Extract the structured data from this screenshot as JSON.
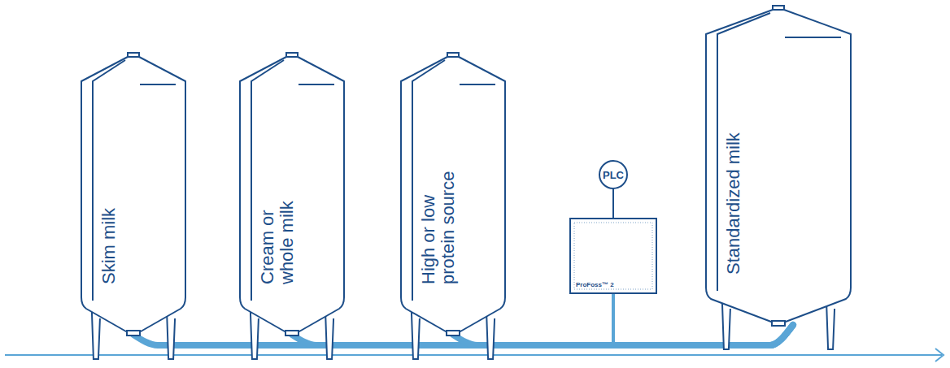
{
  "diagram": {
    "nodes": [
      {
        "text": [
          "Skim milk"
        ]
      },
      {
        "text": [
          "Cream or whole milk"
        ]
      },
      {
        "text": [
          "High or low protein source"
        ]
      },
      {
        "text": [
          "PLC"
        ]
      },
      {
        "text": [
          "ProFoss™ 2"
        ]
      },
      {
        "text": [
          "Standardized milk"
        ]
      }
    ],
    "edges": [
      {
        "from": 0,
        "to": 5,
        "arrow": "none"
      },
      {
        "from": 1,
        "to": 5,
        "arrow": "none"
      },
      {
        "from": 2,
        "to": 5,
        "arrow": "none"
      },
      {
        "from": 3,
        "to": 4,
        "arrow": "none"
      }
    ]
  }
}
